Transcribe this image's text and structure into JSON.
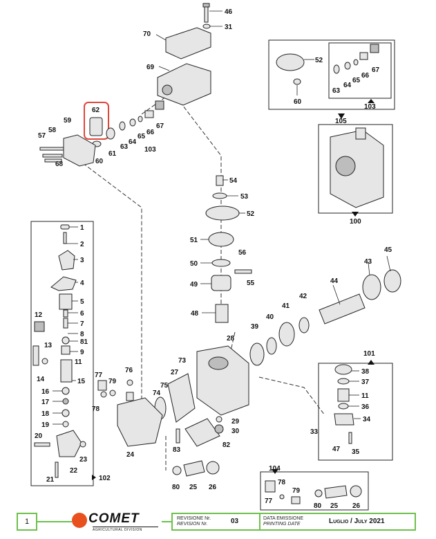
{
  "labels": {
    "p1": "1",
    "p2": "2",
    "p3": "3",
    "p4": "4",
    "p5": "5",
    "p6": "6",
    "p7": "7",
    "p8": "8",
    "p9": "9",
    "p11": "11",
    "p12": "12",
    "p13": "13",
    "p14": "14",
    "p15": "15",
    "p16": "16",
    "p17": "17",
    "p18": "18",
    "p19": "19",
    "p20": "20",
    "p21": "21",
    "p22": "22",
    "p23": "23",
    "p24": "24",
    "p25": "25",
    "p26": "26",
    "p27": "27",
    "p28": "28",
    "p29": "29",
    "p30": "30",
    "p31": "31",
    "p33": "33",
    "p34": "34",
    "p35": "35",
    "p36": "36",
    "p37": "37",
    "p38": "38",
    "p39": "39",
    "p40": "40",
    "p41": "41",
    "p42": "42",
    "p43": "43",
    "p44": "44",
    "p45": "45",
    "p46": "46",
    "p47": "47",
    "p48": "48",
    "p49": "49",
    "p50": "50",
    "p51": "51",
    "p52": "52",
    "p53": "53",
    "p54": "54",
    "p55": "55",
    "p56": "56",
    "p57": "57",
    "p58": "58",
    "p59": "59",
    "p60": "60",
    "p61": "61",
    "p62": "62",
    "p63": "63",
    "p64": "64",
    "p65": "65",
    "p66": "66",
    "p67": "67",
    "p68": "68",
    "p69": "69",
    "p70": "70",
    "p73": "73",
    "p74": "74",
    "p75": "75",
    "p76": "76",
    "p77": "77",
    "p78": "78",
    "p79": "79",
    "p80": "80",
    "p81": "81",
    "p82": "82",
    "p83": "83",
    "g100": "100",
    "g101": "101",
    "g102": "102",
    "g103": "103",
    "g104": "104",
    "g105": "105"
  },
  "highlight": {
    "part": "62",
    "color": "#e0453a"
  },
  "footer": {
    "page_number": "1",
    "brand": "COMET",
    "brand_sub": "AGRICULTURAL DIVISION",
    "revision_label_it": "REVISIONE Nr.",
    "revision_label_en": "REVISION Nr.",
    "revision_value": "03",
    "date_label_it": "DATA EMISSIONE",
    "date_label_en": "PRINTING DATE",
    "date_value": "Luglio / July 2021",
    "frame_color": "#6cc04a",
    "logo_color": "#e8501e"
  }
}
